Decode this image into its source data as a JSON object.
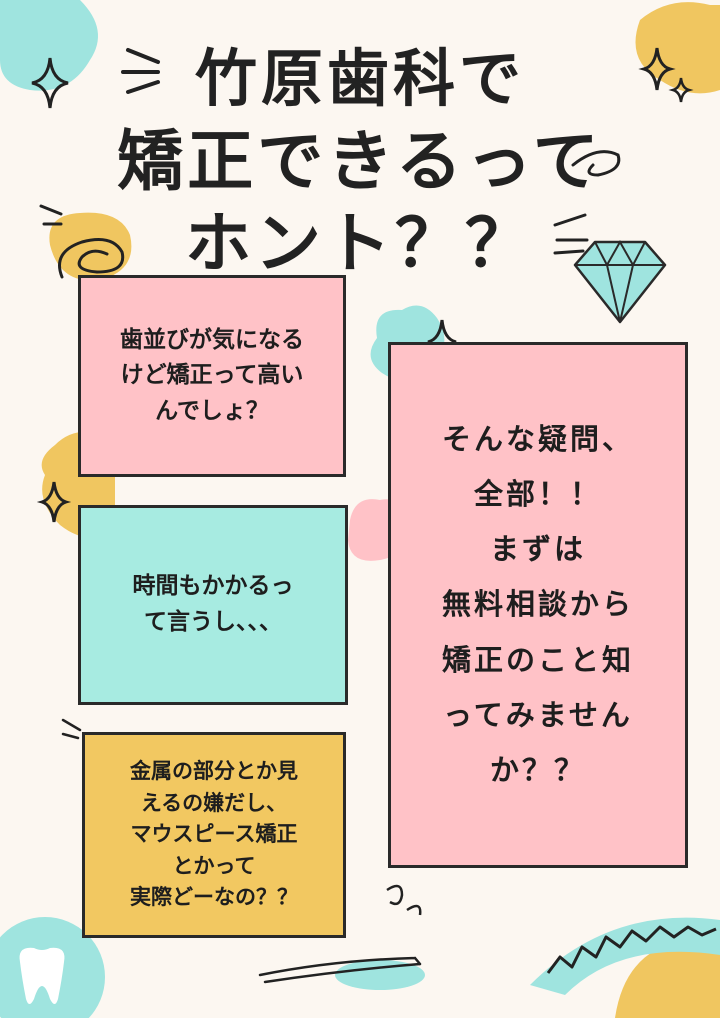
{
  "title": {
    "line1": "竹原歯科で",
    "line2": "矯正できるって",
    "line3": "ホント？？"
  },
  "cards": {
    "price": [
      "歯並びが気になる",
      "けど矯正って高い",
      "んでしょ？"
    ],
    "time": [
      "時間もかかるっ",
      "て言うし、、、"
    ],
    "metal": [
      "金属の部分とか見",
      "えるの嫌だし、",
      "マウスピース矯正",
      "とかって",
      "実際どーなの？？"
    ],
    "answer": [
      "そんな疑問、",
      "全部！！",
      "まずは",
      "無料相談から",
      "矯正のこと知",
      "ってみません",
      "か？？"
    ]
  },
  "colors": {
    "background": "#fcf7f1",
    "pink": "#ffc2c7",
    "mint": "#a7ebe1",
    "gold": "#f2c861",
    "outline": "#2a2a2a"
  },
  "decorations": [
    "sparkle-icon",
    "diamond-icon",
    "tooth-icon",
    "heart-icon",
    "swirl-icon",
    "zigzag-arc"
  ]
}
